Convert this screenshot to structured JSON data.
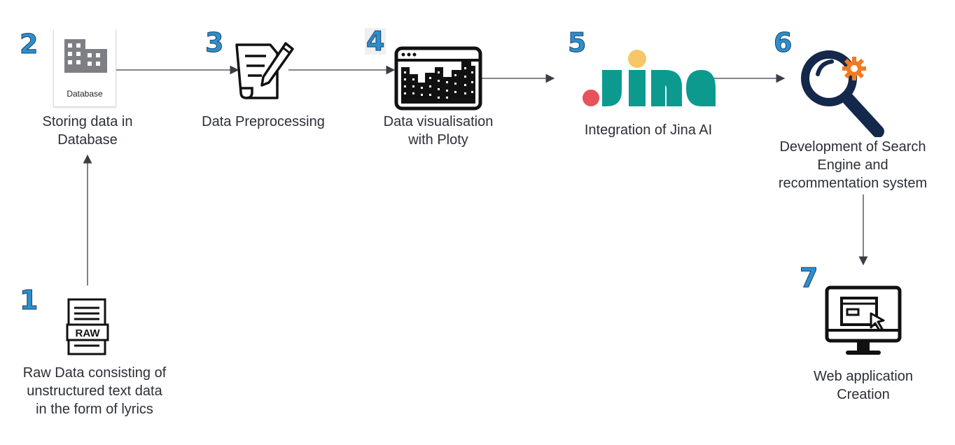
{
  "steps": [
    {
      "number": "1",
      "label_lines": [
        "Raw Data consisting of",
        "unstructured text data",
        "in the form of lyrics"
      ],
      "icon_text": "RAW"
    },
    {
      "number": "2",
      "label_lines": [
        "Storing data in",
        "Database"
      ],
      "icon_text": "Database"
    },
    {
      "number": "3",
      "label_lines": [
        "Data Preprocessing"
      ]
    },
    {
      "number": "4",
      "label_lines": [
        "Data visualisation",
        "with Ploty"
      ]
    },
    {
      "number": "5",
      "label_lines": [
        "Integration of Jina AI"
      ],
      "logo_text": "jina"
    },
    {
      "number": "6",
      "label_lines": [
        "Development of Search",
        "Engine and",
        "recommentation system"
      ]
    },
    {
      "number": "7",
      "label_lines": [
        "Web application",
        "Creation"
      ]
    }
  ],
  "colors": {
    "number_fill": "#2e8fcc",
    "arrow": "#3a3f47",
    "jina_teal": "#0c9a8f",
    "jina_red": "#e8525b",
    "jina_yellow": "#f6c667",
    "search_navy": "#13284a",
    "gear_orange": "#f07b22"
  },
  "icons": [
    "raw-file-icon",
    "database-building-icon",
    "document-pen-icon",
    "chart-monitor-icon",
    "jina-logo",
    "search-gear-icon",
    "web-monitor-icon"
  ]
}
